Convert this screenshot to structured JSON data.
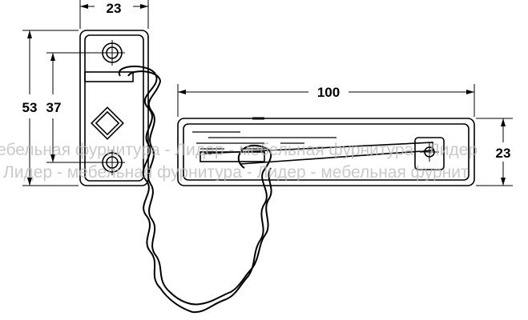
{
  "dimensions": {
    "top_width": "23",
    "total_height": "53",
    "hole_spacing": "37",
    "slide_length": "100",
    "slide_height": "23"
  },
  "watermark": {
    "line1": "ебельная фурнитура - Лидер - мебельная фурнитура - Лидер",
    "line2": "Лидер - мебельная фурнитура - Лидер - мебельная фурнит"
  },
  "colors": {
    "line": "#000000",
    "watermark": "#b8b8b8"
  }
}
